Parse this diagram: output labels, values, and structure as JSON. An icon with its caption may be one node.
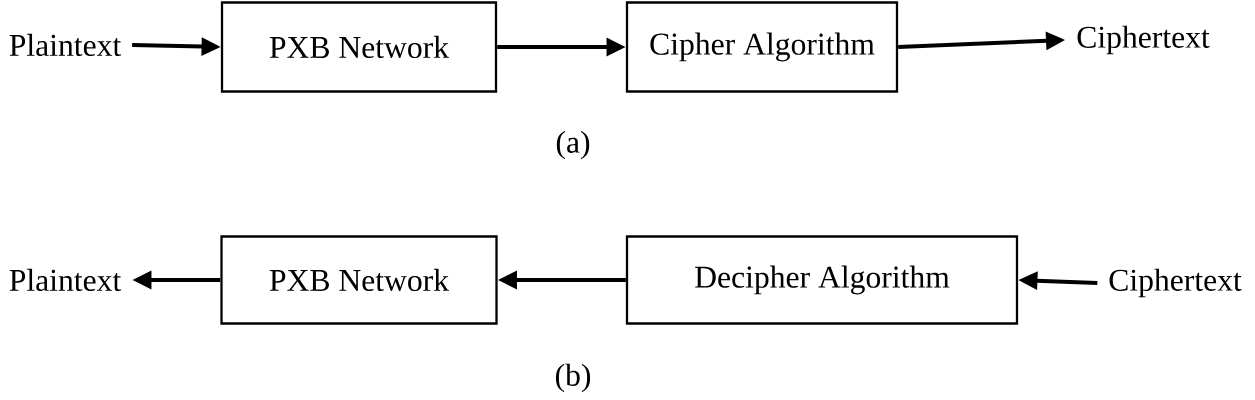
{
  "diagram": {
    "nodes": [
      {
        "text": [
          "Plaintext"
        ]
      },
      {
        "text": [
          "PXB Network"
        ]
      },
      {
        "text": [
          "Cipher Algorithm"
        ]
      },
      {
        "text": [
          "Ciphertext"
        ]
      },
      {
        "text": [
          "Plaintext"
        ]
      },
      {
        "text": [
          "PXB Network"
        ]
      },
      {
        "text": [
          "Decipher Algorithm"
        ]
      },
      {
        "text": [
          "Ciphertext"
        ]
      }
    ],
    "edges": [
      {
        "from": 0,
        "to": 1,
        "arrow": "to"
      },
      {
        "from": 1,
        "to": 2,
        "arrow": "to"
      },
      {
        "from": 2,
        "to": 3,
        "arrow": "to"
      },
      {
        "from": 7,
        "to": 6,
        "arrow": "to"
      },
      {
        "from": 6,
        "to": 5,
        "arrow": "to"
      },
      {
        "from": 5,
        "to": 4,
        "arrow": "to"
      }
    ],
    "labels": [
      "(a)",
      "(b)"
    ]
  }
}
